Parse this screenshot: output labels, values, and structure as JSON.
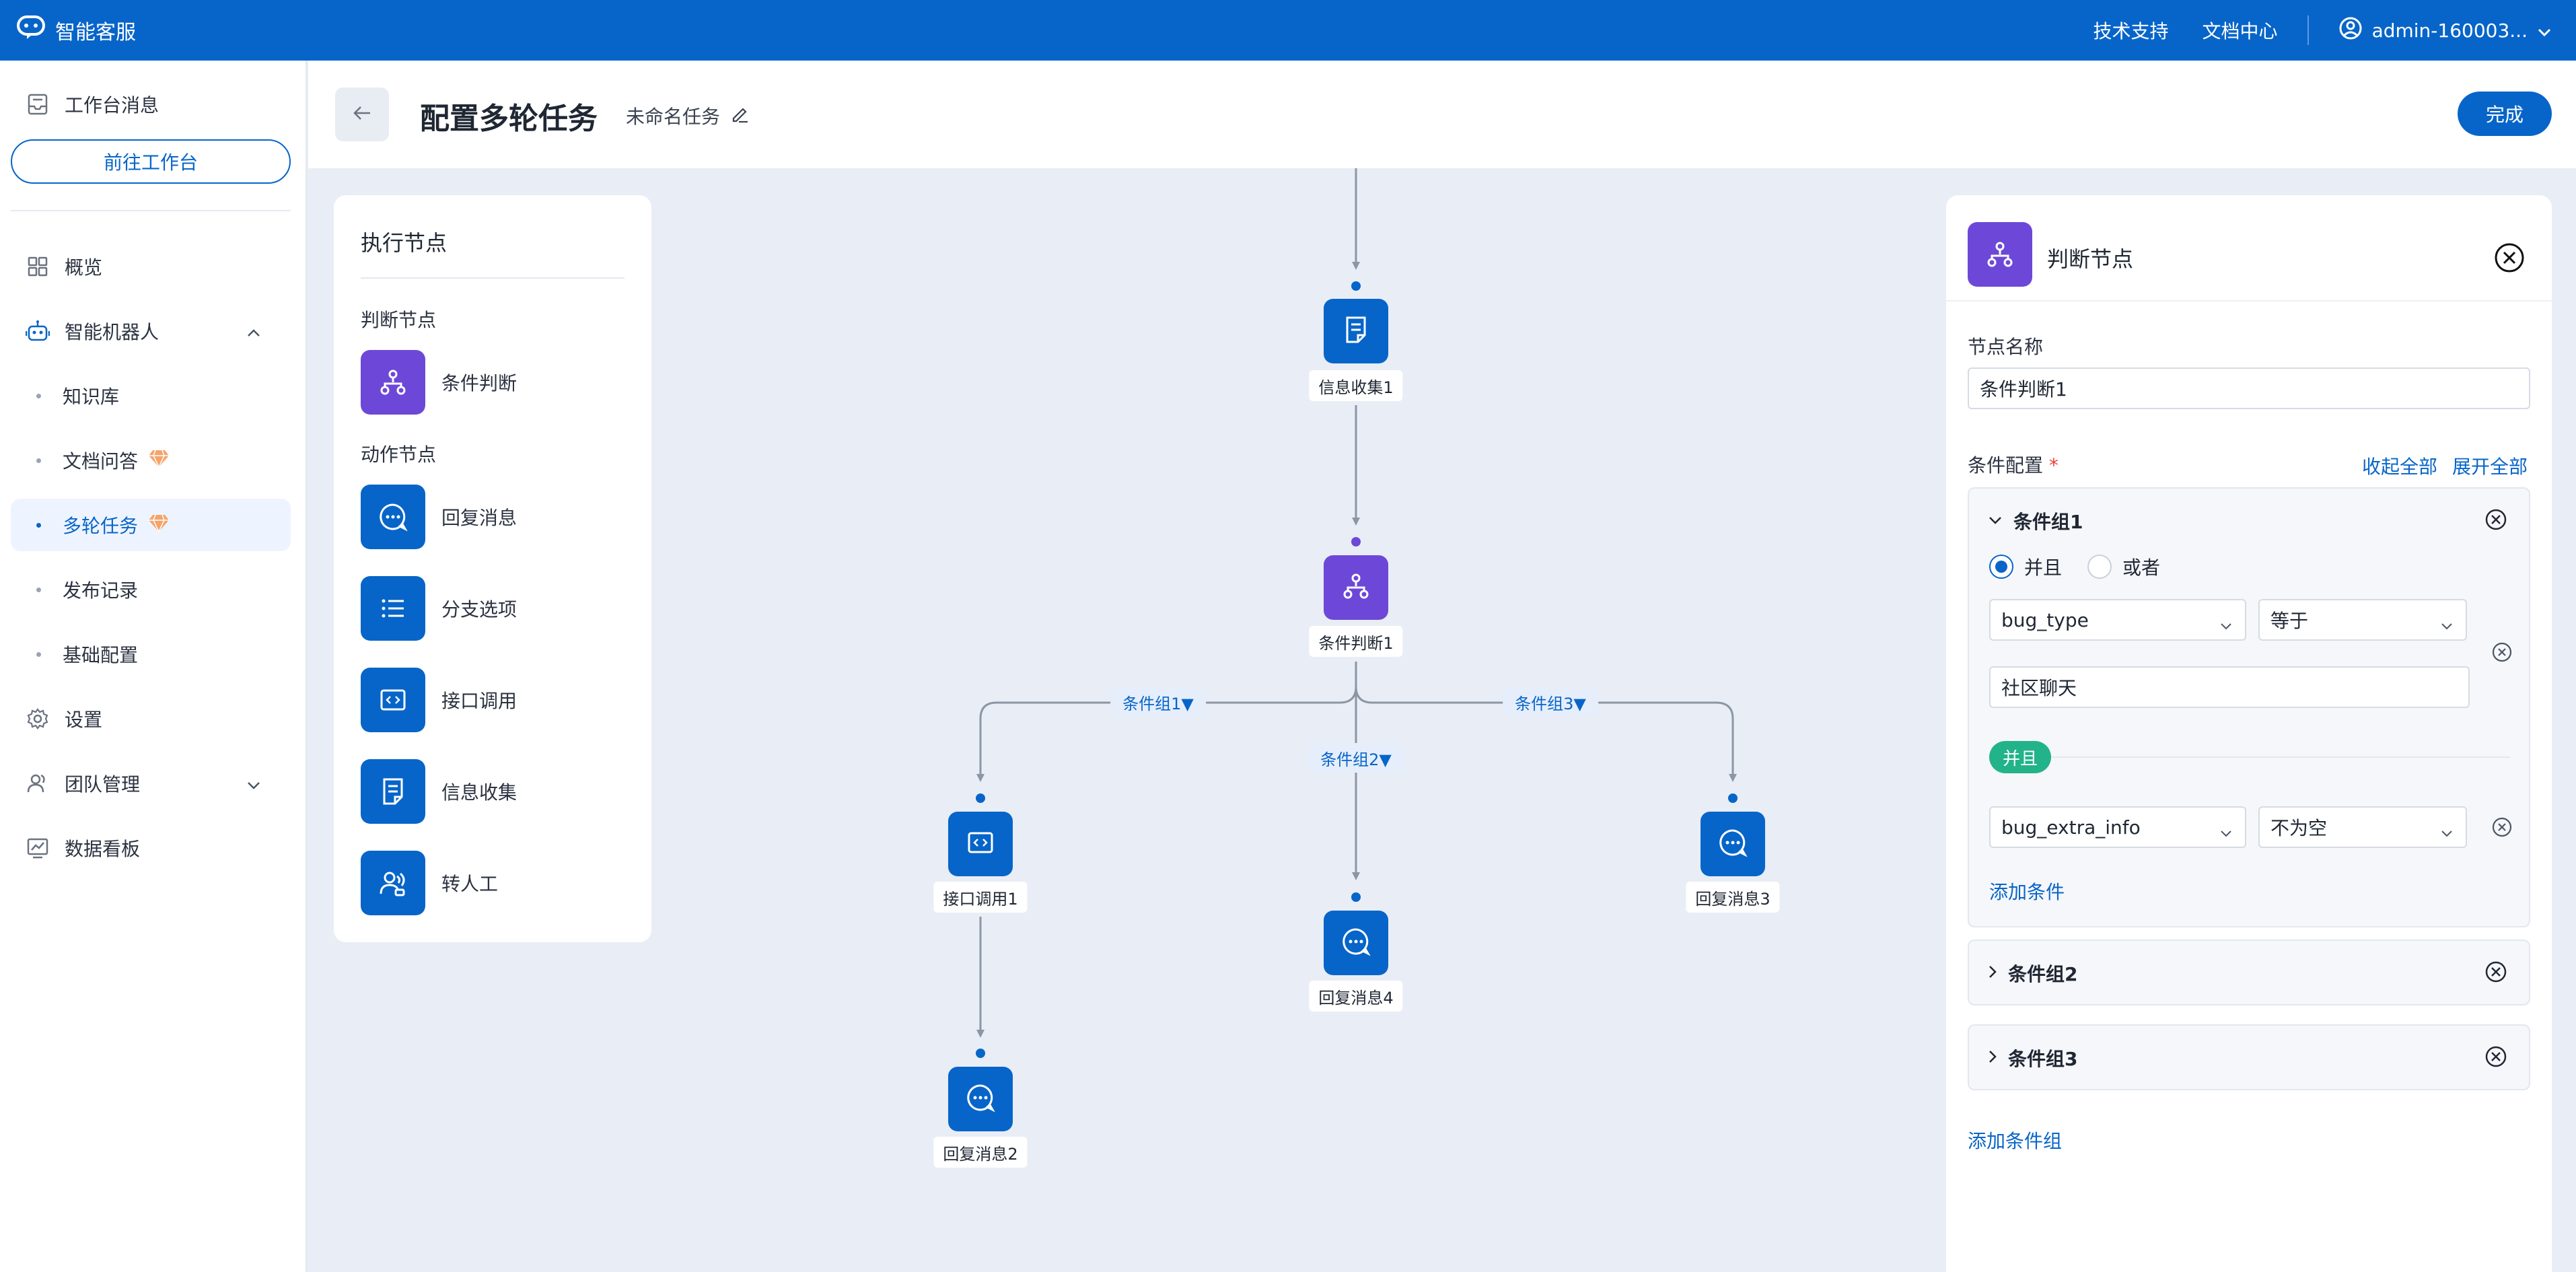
{
  "topbar": {
    "app_name": "智能客服",
    "links": [
      "技术支持",
      "文档中心"
    ],
    "user": "admin-160003..."
  },
  "sidebar": {
    "workbench_msg": "工作台消息",
    "goto_workbench": "前往工作台",
    "items": [
      {
        "label": "概览"
      },
      {
        "label": "智能机器人"
      },
      {
        "label": "知识库"
      },
      {
        "label": "文档问答"
      },
      {
        "label": "多轮任务"
      },
      {
        "label": "发布记录"
      },
      {
        "label": "基础配置"
      },
      {
        "label": "设置"
      },
      {
        "label": "团队管理"
      },
      {
        "label": "数据看板"
      }
    ]
  },
  "header": {
    "title": "配置多轮任务",
    "task_name": "未命名任务",
    "done": "完成"
  },
  "palette": {
    "title": "执行节点",
    "judge_section": "判断节点",
    "judge_item": "条件判断",
    "action_section": "动作节点",
    "actions": [
      "回复消息",
      "分支选项",
      "接口调用",
      "信息收集",
      "转人工"
    ]
  },
  "flow": {
    "nodes": {
      "collect": "信息收集1",
      "judge": "条件判断1",
      "api": "接口调用1",
      "reply2": "回复消息2",
      "reply3": "回复消息3",
      "reply4": "回复消息4"
    },
    "edges": [
      "条件组1▼",
      "条件组2▼",
      "条件组3▼"
    ]
  },
  "panel": {
    "title": "判断节点",
    "node_name_label": "节点名称",
    "node_name_value": "条件判断1",
    "condition_label": "条件配置",
    "required_mark": "*",
    "collapse_all": "收起全部",
    "expand_all": "展开全部",
    "group1": {
      "title": "条件组1",
      "radio_and": "并且",
      "radio_or": "或者",
      "cond1_field": "bug_type",
      "cond1_op": "等于",
      "cond1_value": "社区聊天",
      "and_tag": "并且",
      "cond2_field": "bug_extra_info",
      "cond2_op": "不为空",
      "add_condition": "添加条件"
    },
    "group2_title": "条件组2",
    "group3_title": "条件组3",
    "add_group": "添加条件组"
  }
}
